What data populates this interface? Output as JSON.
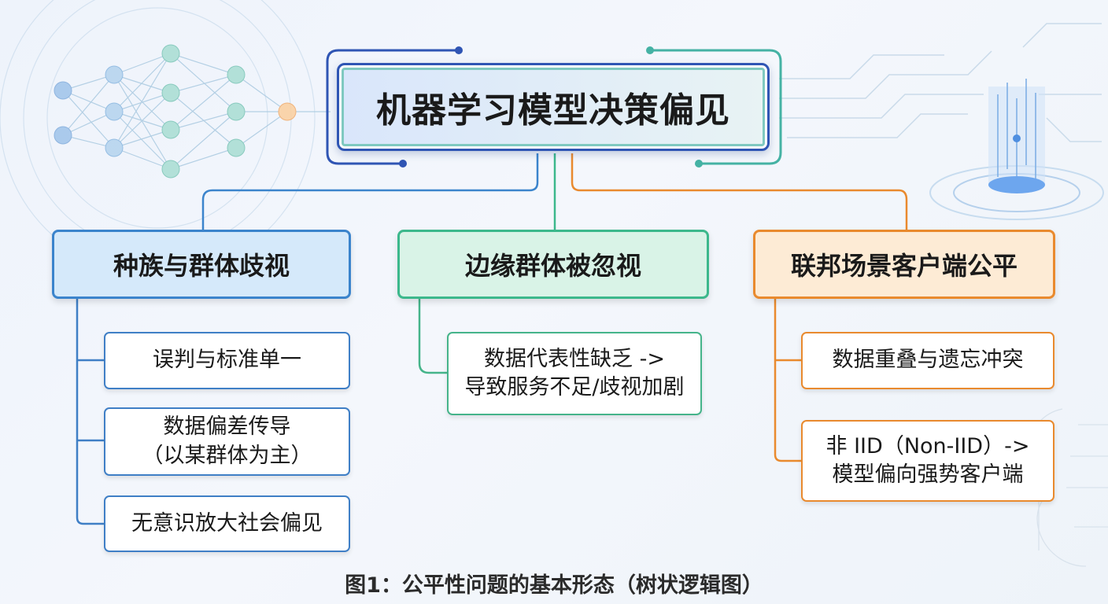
{
  "root": {
    "label": "机器学习模型决策偏见"
  },
  "categories": [
    {
      "label": "种族与群体歧视",
      "color": "#3b84cc",
      "items": [
        {
          "lines": [
            "误判与标准单一"
          ]
        },
        {
          "lines": [
            "数据偏差传导",
            "（以某群体为主）"
          ]
        },
        {
          "lines": [
            "无意识放大社会偏见"
          ]
        }
      ]
    },
    {
      "label": "边缘群体被忽视",
      "color": "#3cb88c",
      "items": [
        {
          "lines": [
            "数据代表性缺乏 ->",
            "导致服务不足/歧视加剧"
          ]
        }
      ]
    },
    {
      "label": "联邦场景客户端公平",
      "color": "#e98a2e",
      "items": [
        {
          "lines": [
            "数据重叠与遗忘冲突"
          ]
        },
        {
          "lines": [
            "非 IID（Non-IID）->",
            "模型偏向强势客户端"
          ]
        }
      ]
    }
  ],
  "caption": "图1：公平性问题的基本形态（树状逻辑图）"
}
